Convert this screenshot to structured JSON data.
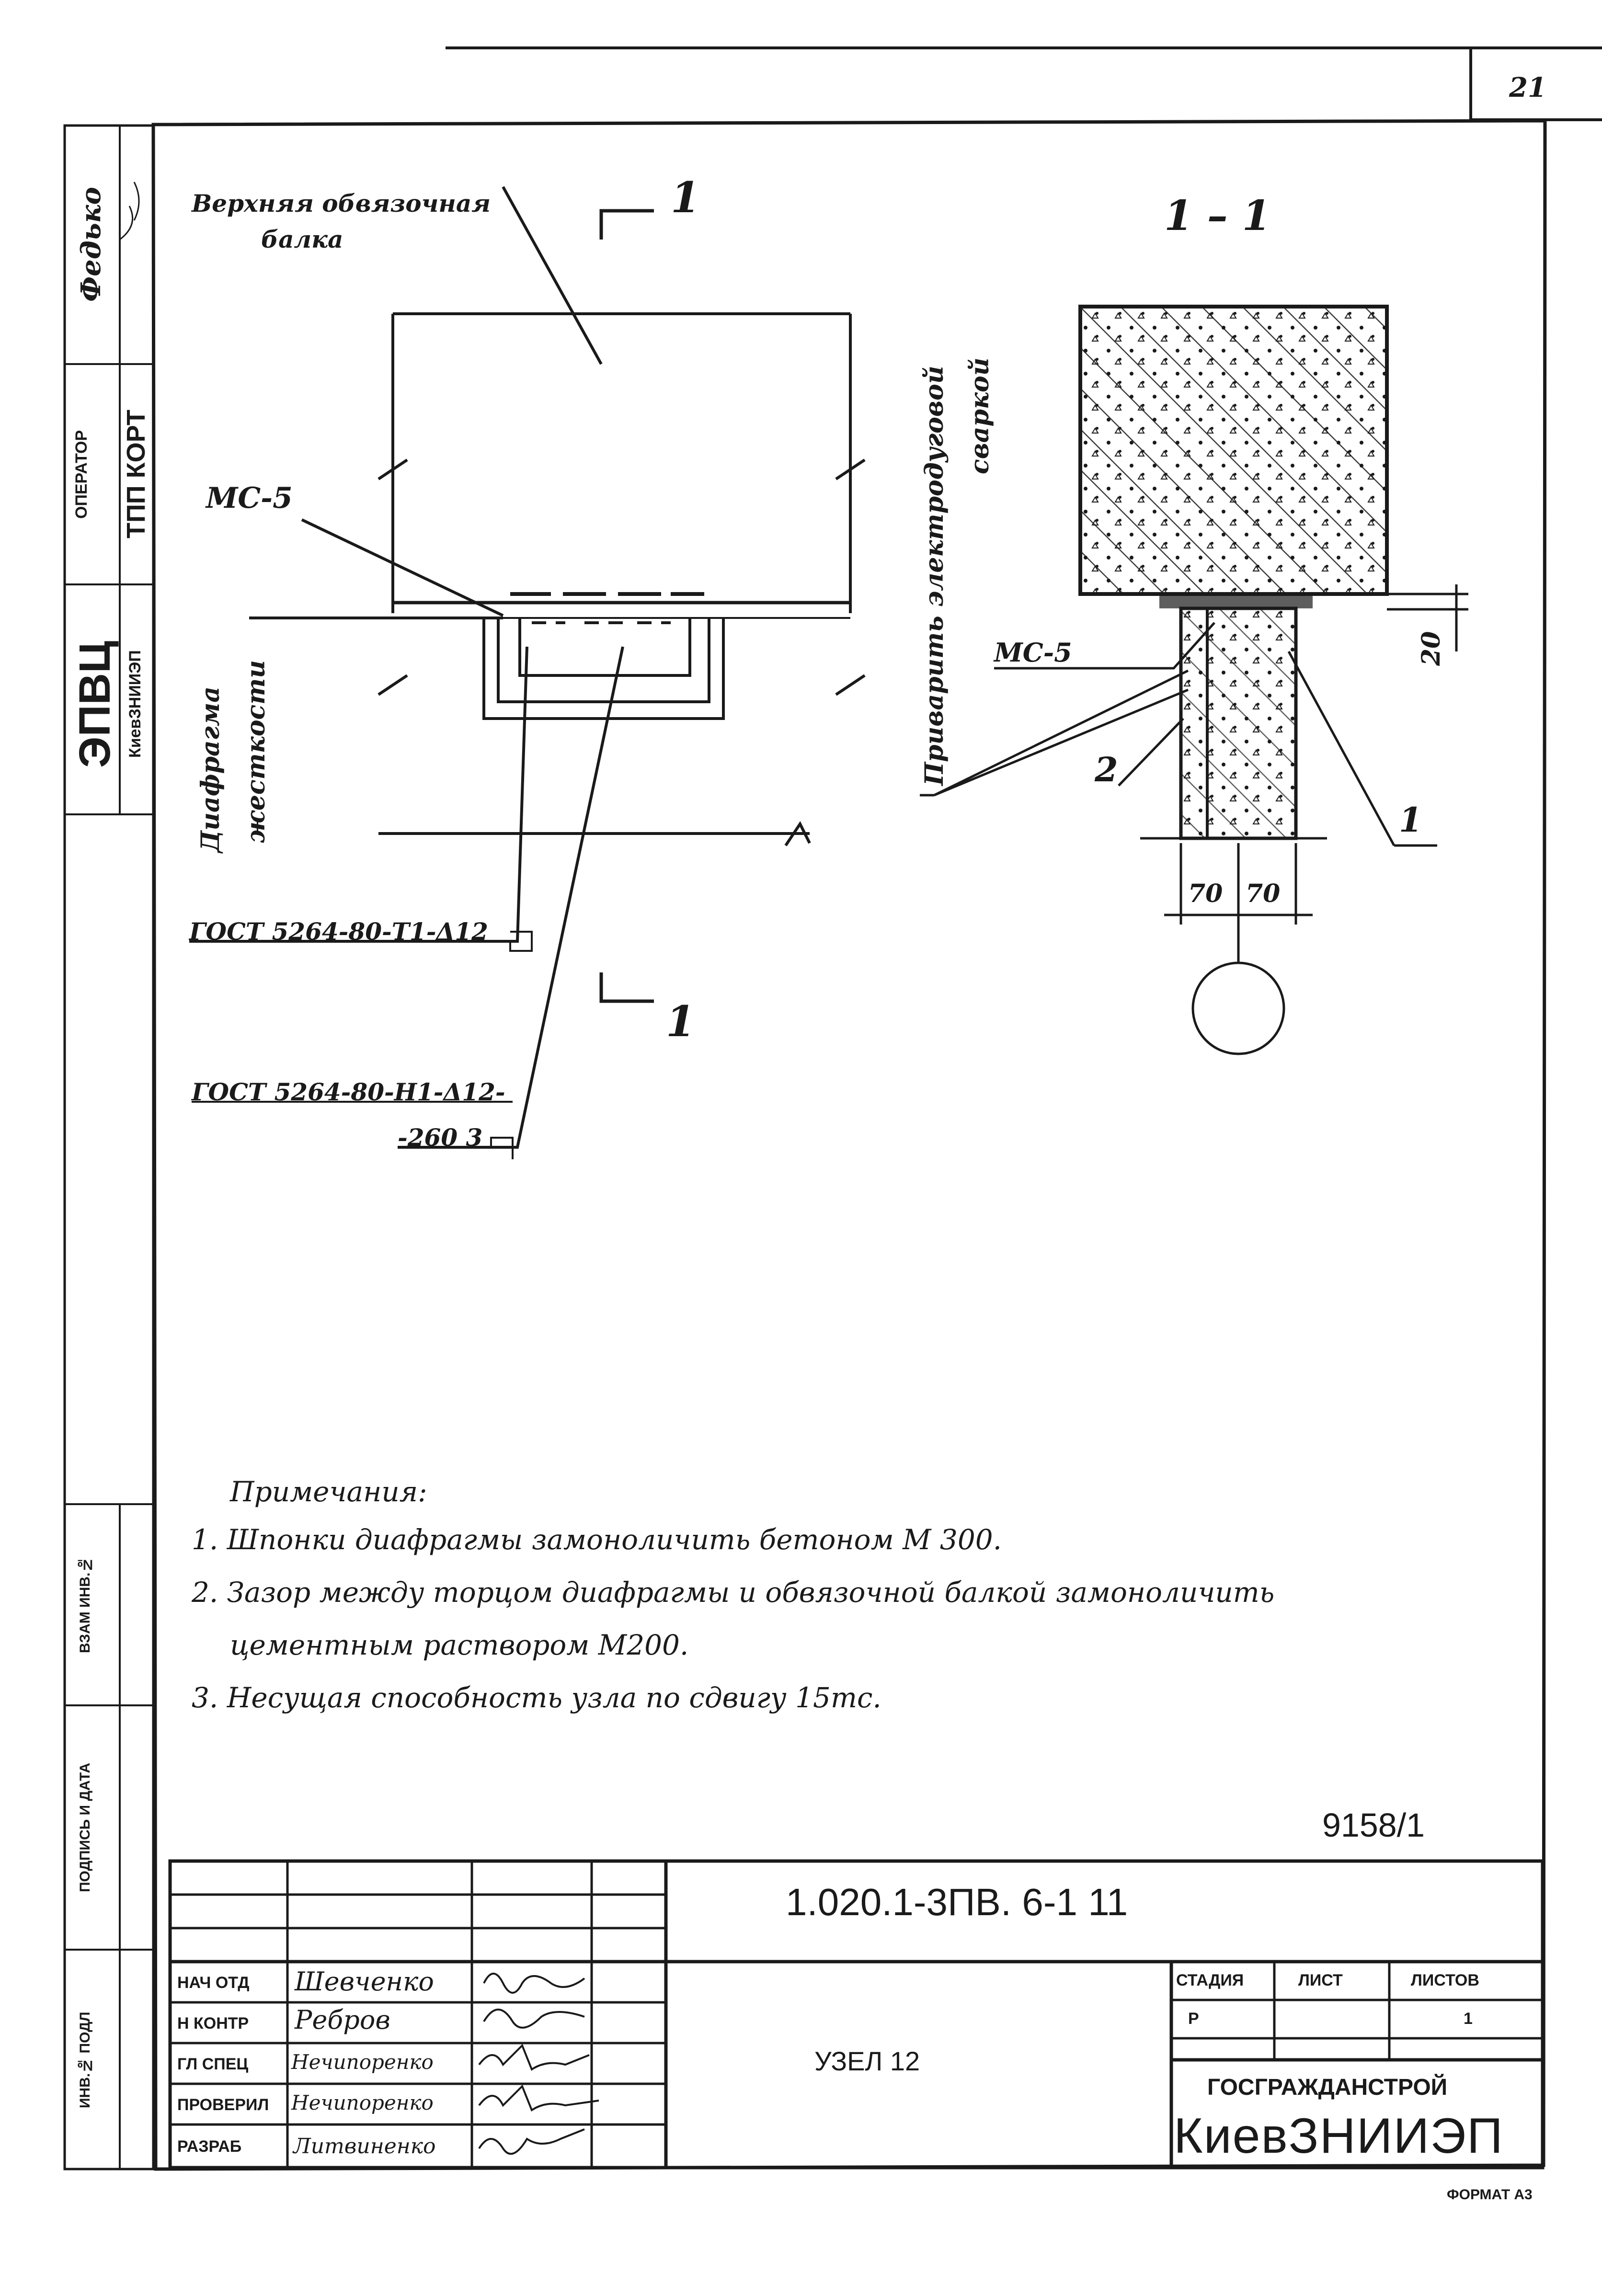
{
  "page_number": "21",
  "side_stamp": {
    "org_big": "ЭПВЦ",
    "org_small": "КиевЗНИИЭП",
    "operator_label": "ОПЕРАТОР",
    "operator_value": "ТПП КОРТ",
    "signer": "Федько"
  },
  "side_columns": [
    "ВЗАМ ИНВ.№",
    "ПОДПИСЬ И ДАТА",
    "ИНВ.№ ПОДЛ"
  ],
  "plan_view": {
    "top_beam_label_line1": "Верхняя обвязочная",
    "top_beam_label_line2": "балка",
    "section_mark_top": "1",
    "section_mark_bottom": "1",
    "embedded_part": "МС-5",
    "diaphragm_line1": "Диафрагма",
    "diaphragm_line2": "жесткости",
    "weld_1": "ГОСТ 5264-80-Т1-Δ12",
    "weld_2_line1": "ГОСТ 5264-80-Н1-Δ12-",
    "weld_2_line2": "-260 3"
  },
  "section_view": {
    "title": "1 – 1",
    "weld_note_line1": "Приварить электродуговой",
    "weld_note_line2": "сваркой",
    "embedded_part": "МС-5",
    "callout_2": "2",
    "callout_1": "1",
    "dim_top": "20",
    "dim_left": "70",
    "dim_right": "70"
  },
  "notes": {
    "heading": "Примечания:",
    "items": [
      "1. Шпонки диафрагмы замоноличить бетоном М 300.",
      "2. Зазор между торцом диафрагмы и обвязочной балкой замоноличить",
      "цементным раствором М200.",
      "3. Несущая способность узла по сдвигу 15тс."
    ]
  },
  "archive_number": "9158/1",
  "title_block": {
    "doc_code": "1.020.1-3ПВ. 6-1  11",
    "sheet_title": "УЗЕЛ 12",
    "roles": [
      "НАЧ ОТД",
      "Н КОНТР",
      "ГЛ СПЕЦ",
      "ПРОВЕРИЛ",
      "РАЗРАБ"
    ],
    "names": [
      "Шевченко",
      "Ребров",
      "Нечипоренко",
      "Нечипоренко",
      "Литвиненко"
    ],
    "stage_label": "СТАДИЯ",
    "sheet_label": "ЛИСТ",
    "sheets_label": "ЛИСТОВ",
    "stage_value": "Р",
    "sheets_value": "1",
    "org_line1": "ГОСГРАЖДАНСТРОЙ",
    "org_line2": "КиевЗНИИЭП"
  },
  "format_label": "ФОРМАТ А3",
  "colors": {
    "ink": "#1a1a1a",
    "paper": "#ffffff"
  }
}
